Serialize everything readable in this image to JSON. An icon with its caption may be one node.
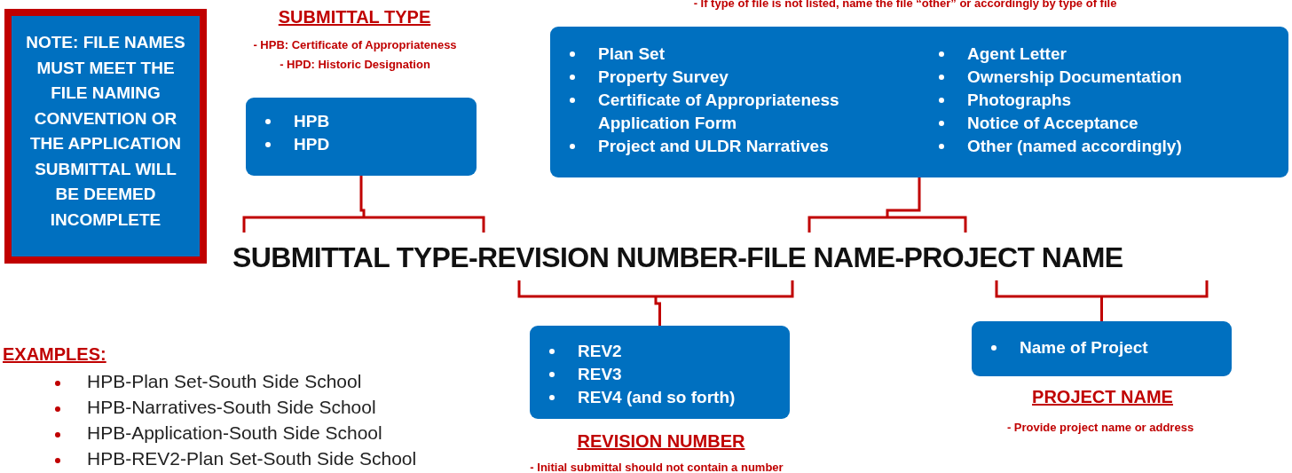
{
  "diagram": {
    "nodes": [
      {
        "text": [
          "NOTE: FILE NAMES MUST MEET THE FILE NAMING CONVENTION OR THE APPLICATION SUBMITTAL WILL BE DEEMED INCOMPLETE"
        ]
      },
      {
        "text": [
          "HPB",
          "HPD"
        ],
        "beside": [
          "SUBMITTAL TYPE",
          "- HPB: Certificate of Appropriateness",
          "- HPD: Historic Designation"
        ]
      },
      {
        "text": [
          "Plan Set",
          "Property Survey",
          "Certificate of Appropriateness Application Form",
          "Project and ULDR Narratives",
          "Agent Letter",
          "Ownership Documentation",
          "Photographs",
          "Notice of Acceptance",
          "Other (named accordingly)"
        ],
        "beside": [
          "- If type of file is not listed, name the file “other” or  accordingly by type of file"
        ]
      },
      {
        "text": [
          "SUBMITTAL TYPE-REVISION NUMBER-FILE NAME-PROJECT NAME"
        ]
      },
      {
        "text": [
          "REV2",
          "REV3",
          "REV4 (and so forth)"
        ],
        "beside": [
          "REVISION NUMBER",
          "- Initial submittal should not contain a number"
        ]
      },
      {
        "text": [
          "Name of Project"
        ],
        "beside": [
          "PROJECT NAME",
          "- Provide project name or address"
        ]
      }
    ],
    "edges": [
      {
        "from": 1,
        "to": 3,
        "arrow": "none"
      },
      {
        "from": 2,
        "to": 3,
        "arrow": "none"
      },
      {
        "from": 4,
        "to": 3,
        "arrow": "none"
      },
      {
        "from": 5,
        "to": 3,
        "arrow": "none"
      }
    ],
    "labels": [
      "EXAMPLES:",
      "HPB-Plan Set-South Side School",
      "HPB-Narratives-South Side School",
      "HPB-Application-South Side School",
      "HPB-REV2-Plan Set-South Side School"
    ]
  }
}
